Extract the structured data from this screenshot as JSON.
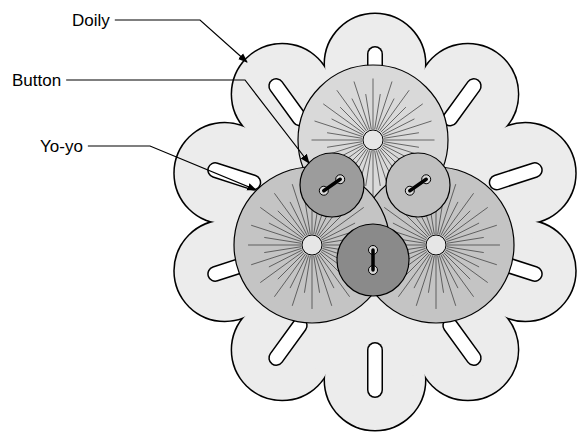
{
  "diagram": {
    "labels": [
      "Doily",
      "Button",
      "Yo-yo"
    ]
  }
}
